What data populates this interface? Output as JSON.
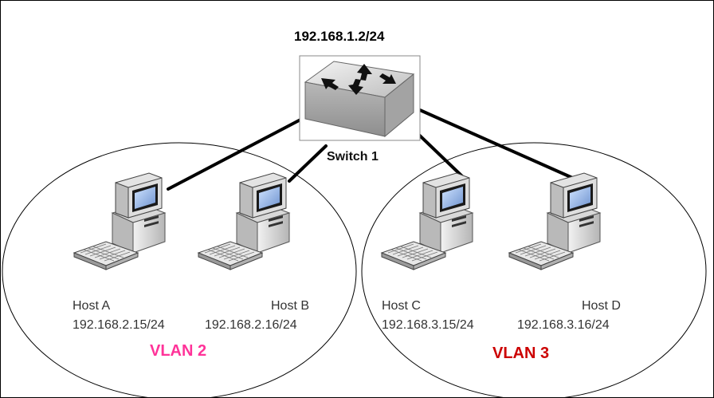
{
  "switch": {
    "ip": "192.168.1.2/24",
    "name": "Switch 1",
    "icon": "network-switch-icon"
  },
  "hosts": [
    {
      "name": "Host A",
      "ip": "192.168.2.15/24",
      "icon": "desktop-computer-icon"
    },
    {
      "name": "Host B",
      "ip": "192.168.2.16/24",
      "icon": "desktop-computer-icon"
    },
    {
      "name": "Host C",
      "ip": "192.168.3.15/24",
      "icon": "desktop-computer-icon"
    },
    {
      "name": "Host D",
      "ip": "192.168.3.16/24",
      "icon": "desktop-computer-icon"
    }
  ],
  "vlans": [
    {
      "label": "VLAN 2",
      "color": "#ff3399"
    },
    {
      "label": "VLAN 3",
      "color": "#cc0000"
    }
  ]
}
